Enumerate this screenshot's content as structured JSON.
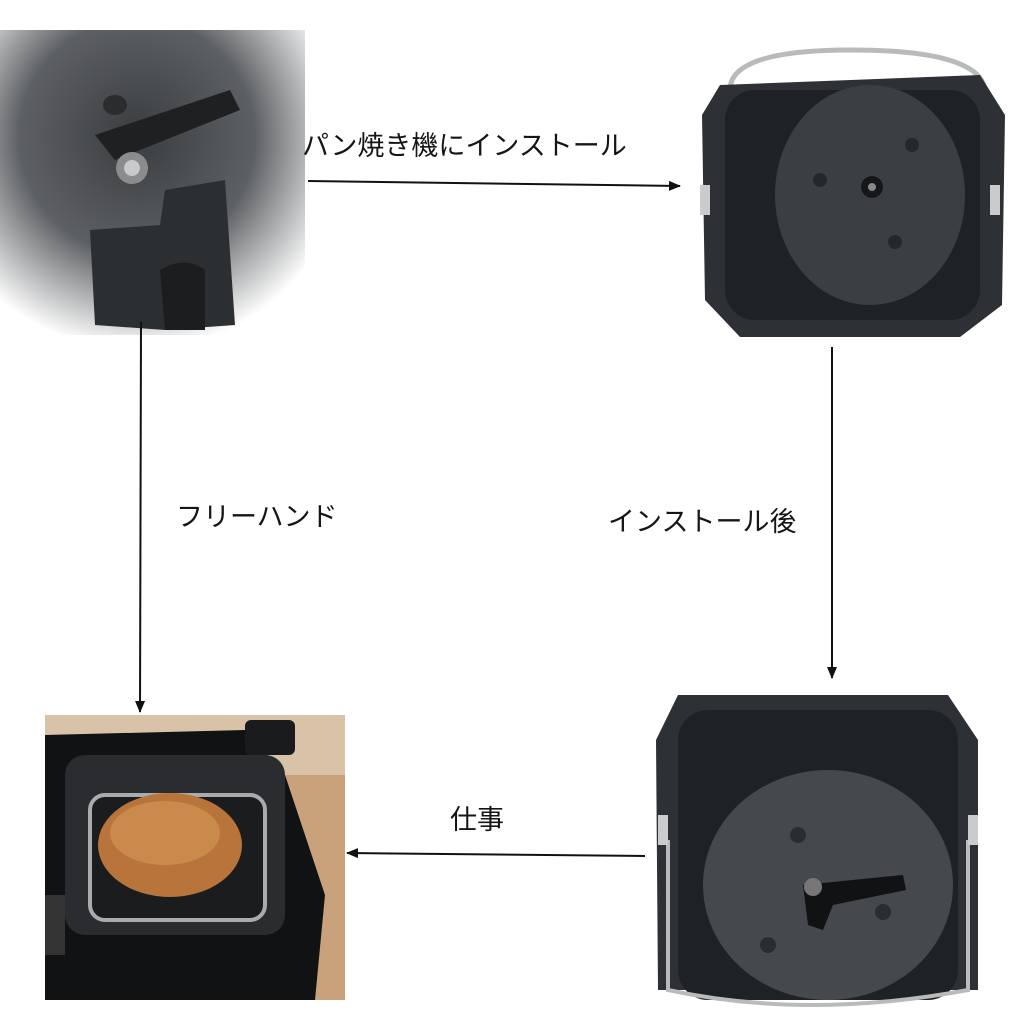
{
  "labels": {
    "install_in_machine": "パン焼き機にインストール",
    "after_install": "インストール後",
    "free_hand": "フリーハンド",
    "work": "仕事"
  },
  "images": {
    "paddle": "kneading-paddle-photo",
    "pan_empty": "bread-pan-empty-photo",
    "pan_with_paddle": "bread-pan-with-paddle-photo",
    "machine_with_bread": "bread-machine-with-loaf-photo"
  },
  "colors": {
    "arrow": "#111111",
    "pan": "#2b2e33",
    "pan_interior": "#3a3d42",
    "bread": "#b8743a"
  }
}
